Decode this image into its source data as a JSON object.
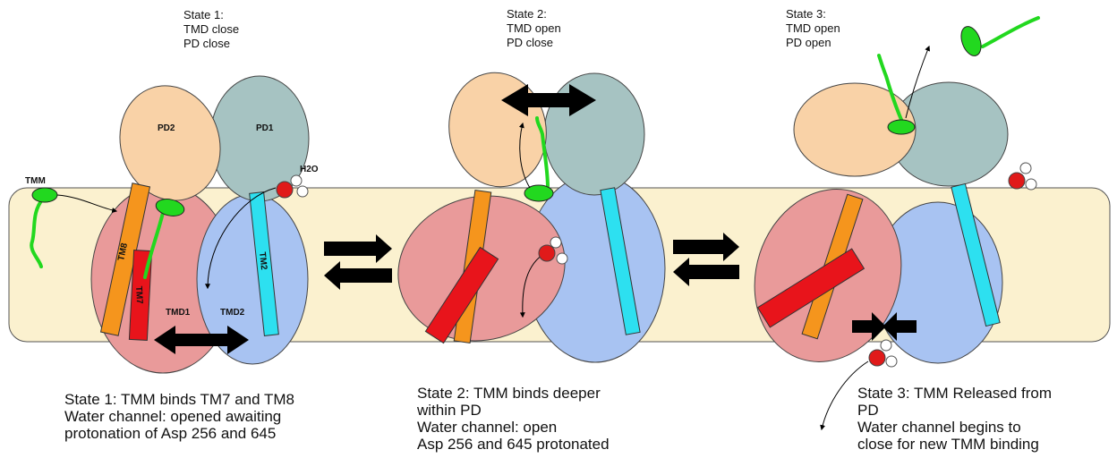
{
  "colors": {
    "membrane": "#fbf1cf",
    "pd2": "#f9d2a7",
    "pd1": "#a6c3c2",
    "tmd1": "#e99a9a",
    "tmd2": "#a8c3f2",
    "tm8": "#f5951d",
    "tm7": "#e8141b",
    "tm2": "#2de0f0",
    "tmm": "#22d81f",
    "oxygen": "#e01a1a",
    "hydrogen": "#ffffff",
    "arrow": "#000000"
  },
  "labels": {
    "pd2": "PD2",
    "pd1": "PD1",
    "tmm": "TMM",
    "h2o": "H2O",
    "tm8": "TM8",
    "tm7": "TM7",
    "tm2": "TM2",
    "tmd1": "TMD1",
    "tmd2": "TMD2"
  },
  "states": [
    {
      "header": [
        "State 1:",
        "TMD close",
        "PD close"
      ],
      "caption": [
        "State 1: TMM binds TM7 and TM8",
        "Water channel: opened awaiting",
        "protonation of Asp 256 and 645"
      ]
    },
    {
      "header": [
        "State 2:",
        "TMD open",
        "PD close"
      ],
      "caption": [
        "State 2: TMM binds deeper",
        "within PD",
        "Water channel: open",
        "Asp 256 and 645 protonated"
      ]
    },
    {
      "header": [
        "State 3:",
        "TMD open",
        "PD open"
      ],
      "caption": [
        "State 3: TMM Released from",
        "PD",
        "Water channel begins to",
        "close for new TMM binding"
      ]
    }
  ],
  "equilibrium_icon": "double-arrow-equilibrium-icon"
}
